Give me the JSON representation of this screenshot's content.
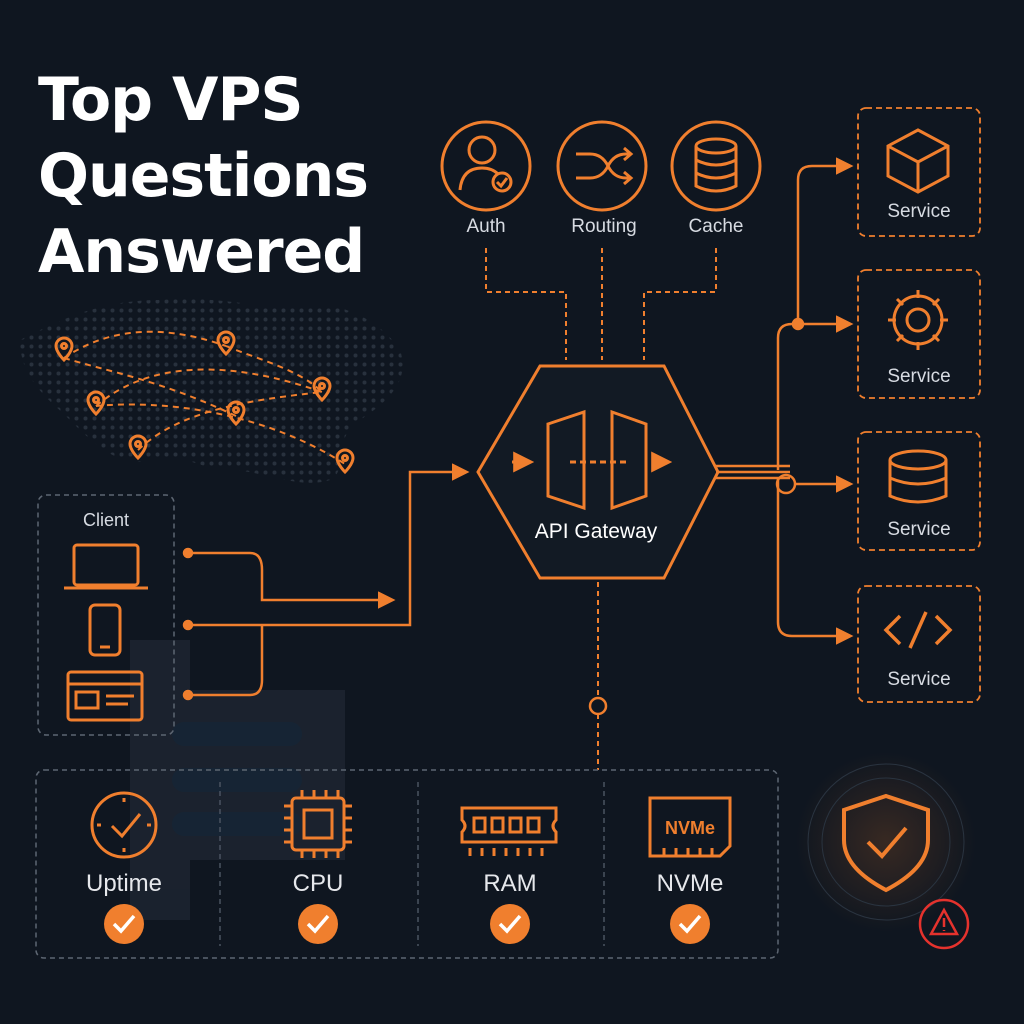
{
  "title": {
    "line1": "Top VPS",
    "line2": "Questions",
    "line3": "Answered"
  },
  "top_modules": [
    {
      "label": "Auth",
      "icon": "user-check-icon"
    },
    {
      "label": "Routing",
      "icon": "shuffle-icon"
    },
    {
      "label": "Cache",
      "icon": "database-icon"
    }
  ],
  "gateway": {
    "label": "API Gateway",
    "icon": "gateway-doors-icon"
  },
  "client": {
    "label": "Client",
    "devices": [
      "laptop-icon",
      "phone-icon",
      "browser-window-icon"
    ]
  },
  "services": [
    {
      "label": "Service",
      "icon": "box-icon"
    },
    {
      "label": "Service",
      "icon": "gear-icon"
    },
    {
      "label": "Service",
      "icon": "database-icon"
    },
    {
      "label": "Service",
      "icon": "code-icon"
    }
  ],
  "metrics": [
    {
      "label": "Uptime",
      "icon": "clock-check-icon",
      "status": "check-badge-icon"
    },
    {
      "label": "CPU",
      "icon": "cpu-chip-icon",
      "status": "check-badge-icon"
    },
    {
      "label": "RAM",
      "icon": "ram-stick-icon",
      "status": "check-badge-icon"
    },
    {
      "label": "NVMe",
      "icon": "nvme-drive-icon",
      "chip_text": "NVMe",
      "status": "check-badge-icon"
    }
  ],
  "security": {
    "icon": "shield-check-icon",
    "alert_icon": "warning-triangle-icon"
  },
  "colors": {
    "background": "#0f1620",
    "accent": "#f07f2e",
    "text": "#d7dbe2",
    "dashed_border": "#5d6672",
    "alert": "#e5322d"
  }
}
